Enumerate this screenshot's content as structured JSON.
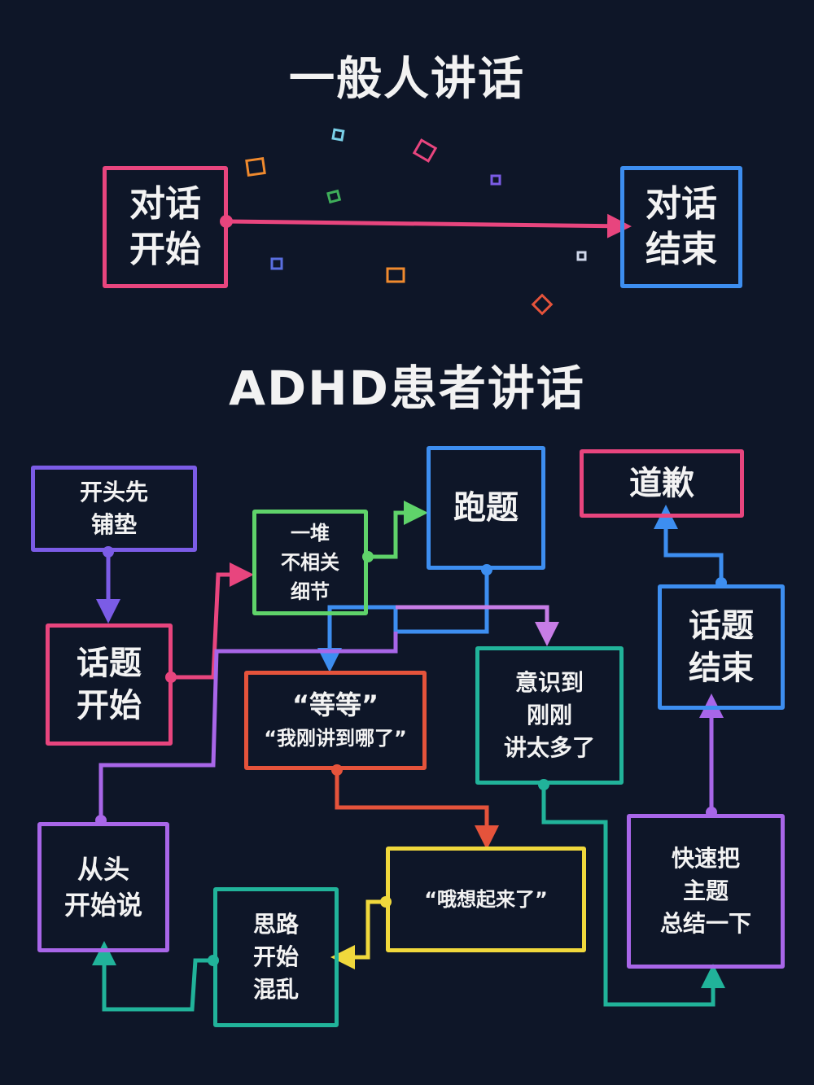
{
  "titles": {
    "normal": "一般人讲话",
    "adhd": "ADHD患者讲话"
  },
  "normal": {
    "start": "对话\n开始",
    "end": "对话\n结束"
  },
  "adhd": {
    "preface": "开头先\n铺垫",
    "topic_start": "话题\n开始",
    "details": "一堆\n不相关\n细节",
    "off_topic": "跑题",
    "wait_1": "“等等”",
    "wait_2": "“我刚讲到哪了”",
    "realize": "意识到\n刚刚\n讲太多了",
    "restart": "从头\n开始说",
    "confused": "思路\n开始\n混乱",
    "remembered": "“哦想起来了”",
    "summarize": "快速把\n主题\n总结一下",
    "topic_end": "话题\n结束",
    "apology": "道歉"
  },
  "colors": {
    "background": "#0e1628",
    "pink": "#e8457e",
    "blue": "#3d8ef0",
    "purple": "#7b5ce6",
    "green": "#5fd36a",
    "red": "#e5533b",
    "teal": "#21b39a",
    "yellow": "#f0d83c",
    "violet": "#a866e8",
    "lilac": "#c77de6"
  }
}
